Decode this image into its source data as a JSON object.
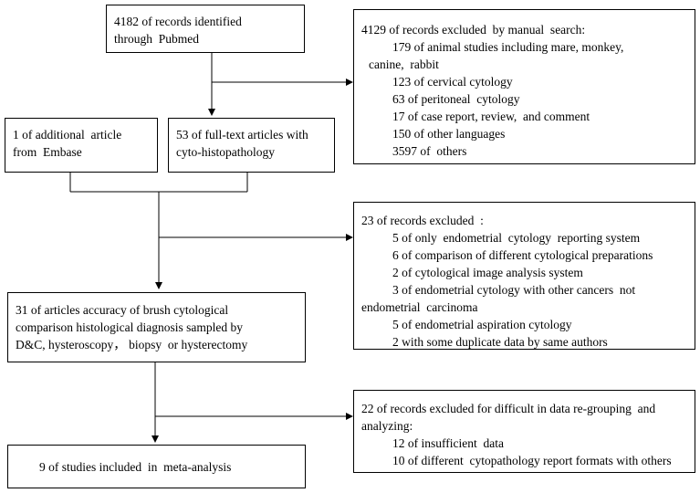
{
  "colors": {
    "line": "#000000",
    "background": "#ffffff"
  },
  "flow": {
    "pubmed": {
      "lines": [
        "4182 of records identified",
        "through  Pubmed"
      ]
    },
    "excluded_manual": {
      "heading": "4129 of records excluded  by manual  search:",
      "items": [
        "179 of animal studies including mare, monkey,",
        "canine,  rabbit",
        "123 of cervical cytology",
        "63 of peritoneal  cytology",
        "17 of case report, review,  and comment",
        "150 of other languages",
        "3597 of  others"
      ]
    },
    "embase": {
      "lines": [
        "1 of additional  article",
        "from  Embase"
      ]
    },
    "fulltext": {
      "lines": [
        "53 of full-text articles with",
        "cyto-histopathology"
      ]
    },
    "excluded_23": {
      "heading": "23 of records excluded  :",
      "items": [
        "5 of only  endometrial  cytology  reporting system",
        "6 of comparison of different cytological preparations",
        "2 of cytological image analysis system",
        "3 of endometrial cytology with other cancers  not",
        "endometrial  carcinoma",
        "5 of endometrial aspiration cytology",
        "2 with some duplicate data by same authors"
      ]
    },
    "accuracy": {
      "lines": [
        "31 of articles accuracy of brush cytological",
        "comparison histological diagnosis sampled by",
        "D&C, hysteroscopy， biopsy  or hysterectomy"
      ]
    },
    "excluded_22": {
      "lines": [
        "22 of records excluded for difficult in data re-grouping  and",
        "analyzing:"
      ],
      "items": [
        "12 of insufficient  data",
        "10 of different  cytopathology report formats with others"
      ]
    },
    "meta": {
      "lines": [
        "9 of studies included  in  meta-analysis"
      ]
    }
  }
}
